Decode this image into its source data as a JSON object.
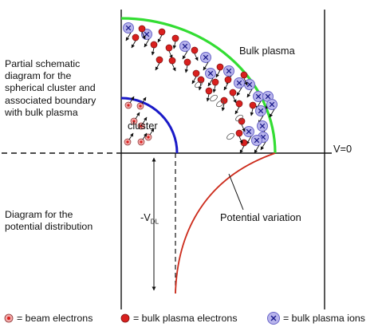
{
  "captions": {
    "top": [
      "Partial schematic",
      "diagram for the",
      "spherical cluster and",
      "associated boundary",
      "with bulk plasma"
    ],
    "bottom": [
      "Diagram for the",
      "potential distribution"
    ]
  },
  "labels": {
    "bulk_plasma": "Bulk plasma",
    "cluster": "cluster",
    "v_zero": "V=0",
    "v_dl_main": "-V",
    "v_dl_sub": "DL",
    "potential_variation": "Potential variation"
  },
  "legend": {
    "beam_electrons": "= beam electrons",
    "bulk_plasma_electrons": "= bulk plasma electrons",
    "bulk_plasma_ions": "= bulk plasma ions"
  },
  "colors": {
    "boundary_arc": "#33dd33",
    "cluster_arc": "#1a1ac8",
    "potential_curve": "#cc2b1b",
    "bulk_electron": "#d9201e",
    "beam_electron": "#f2aaaa",
    "ion_fill": "#b8b4ec",
    "ion_stroke": "#6a66c8"
  }
}
